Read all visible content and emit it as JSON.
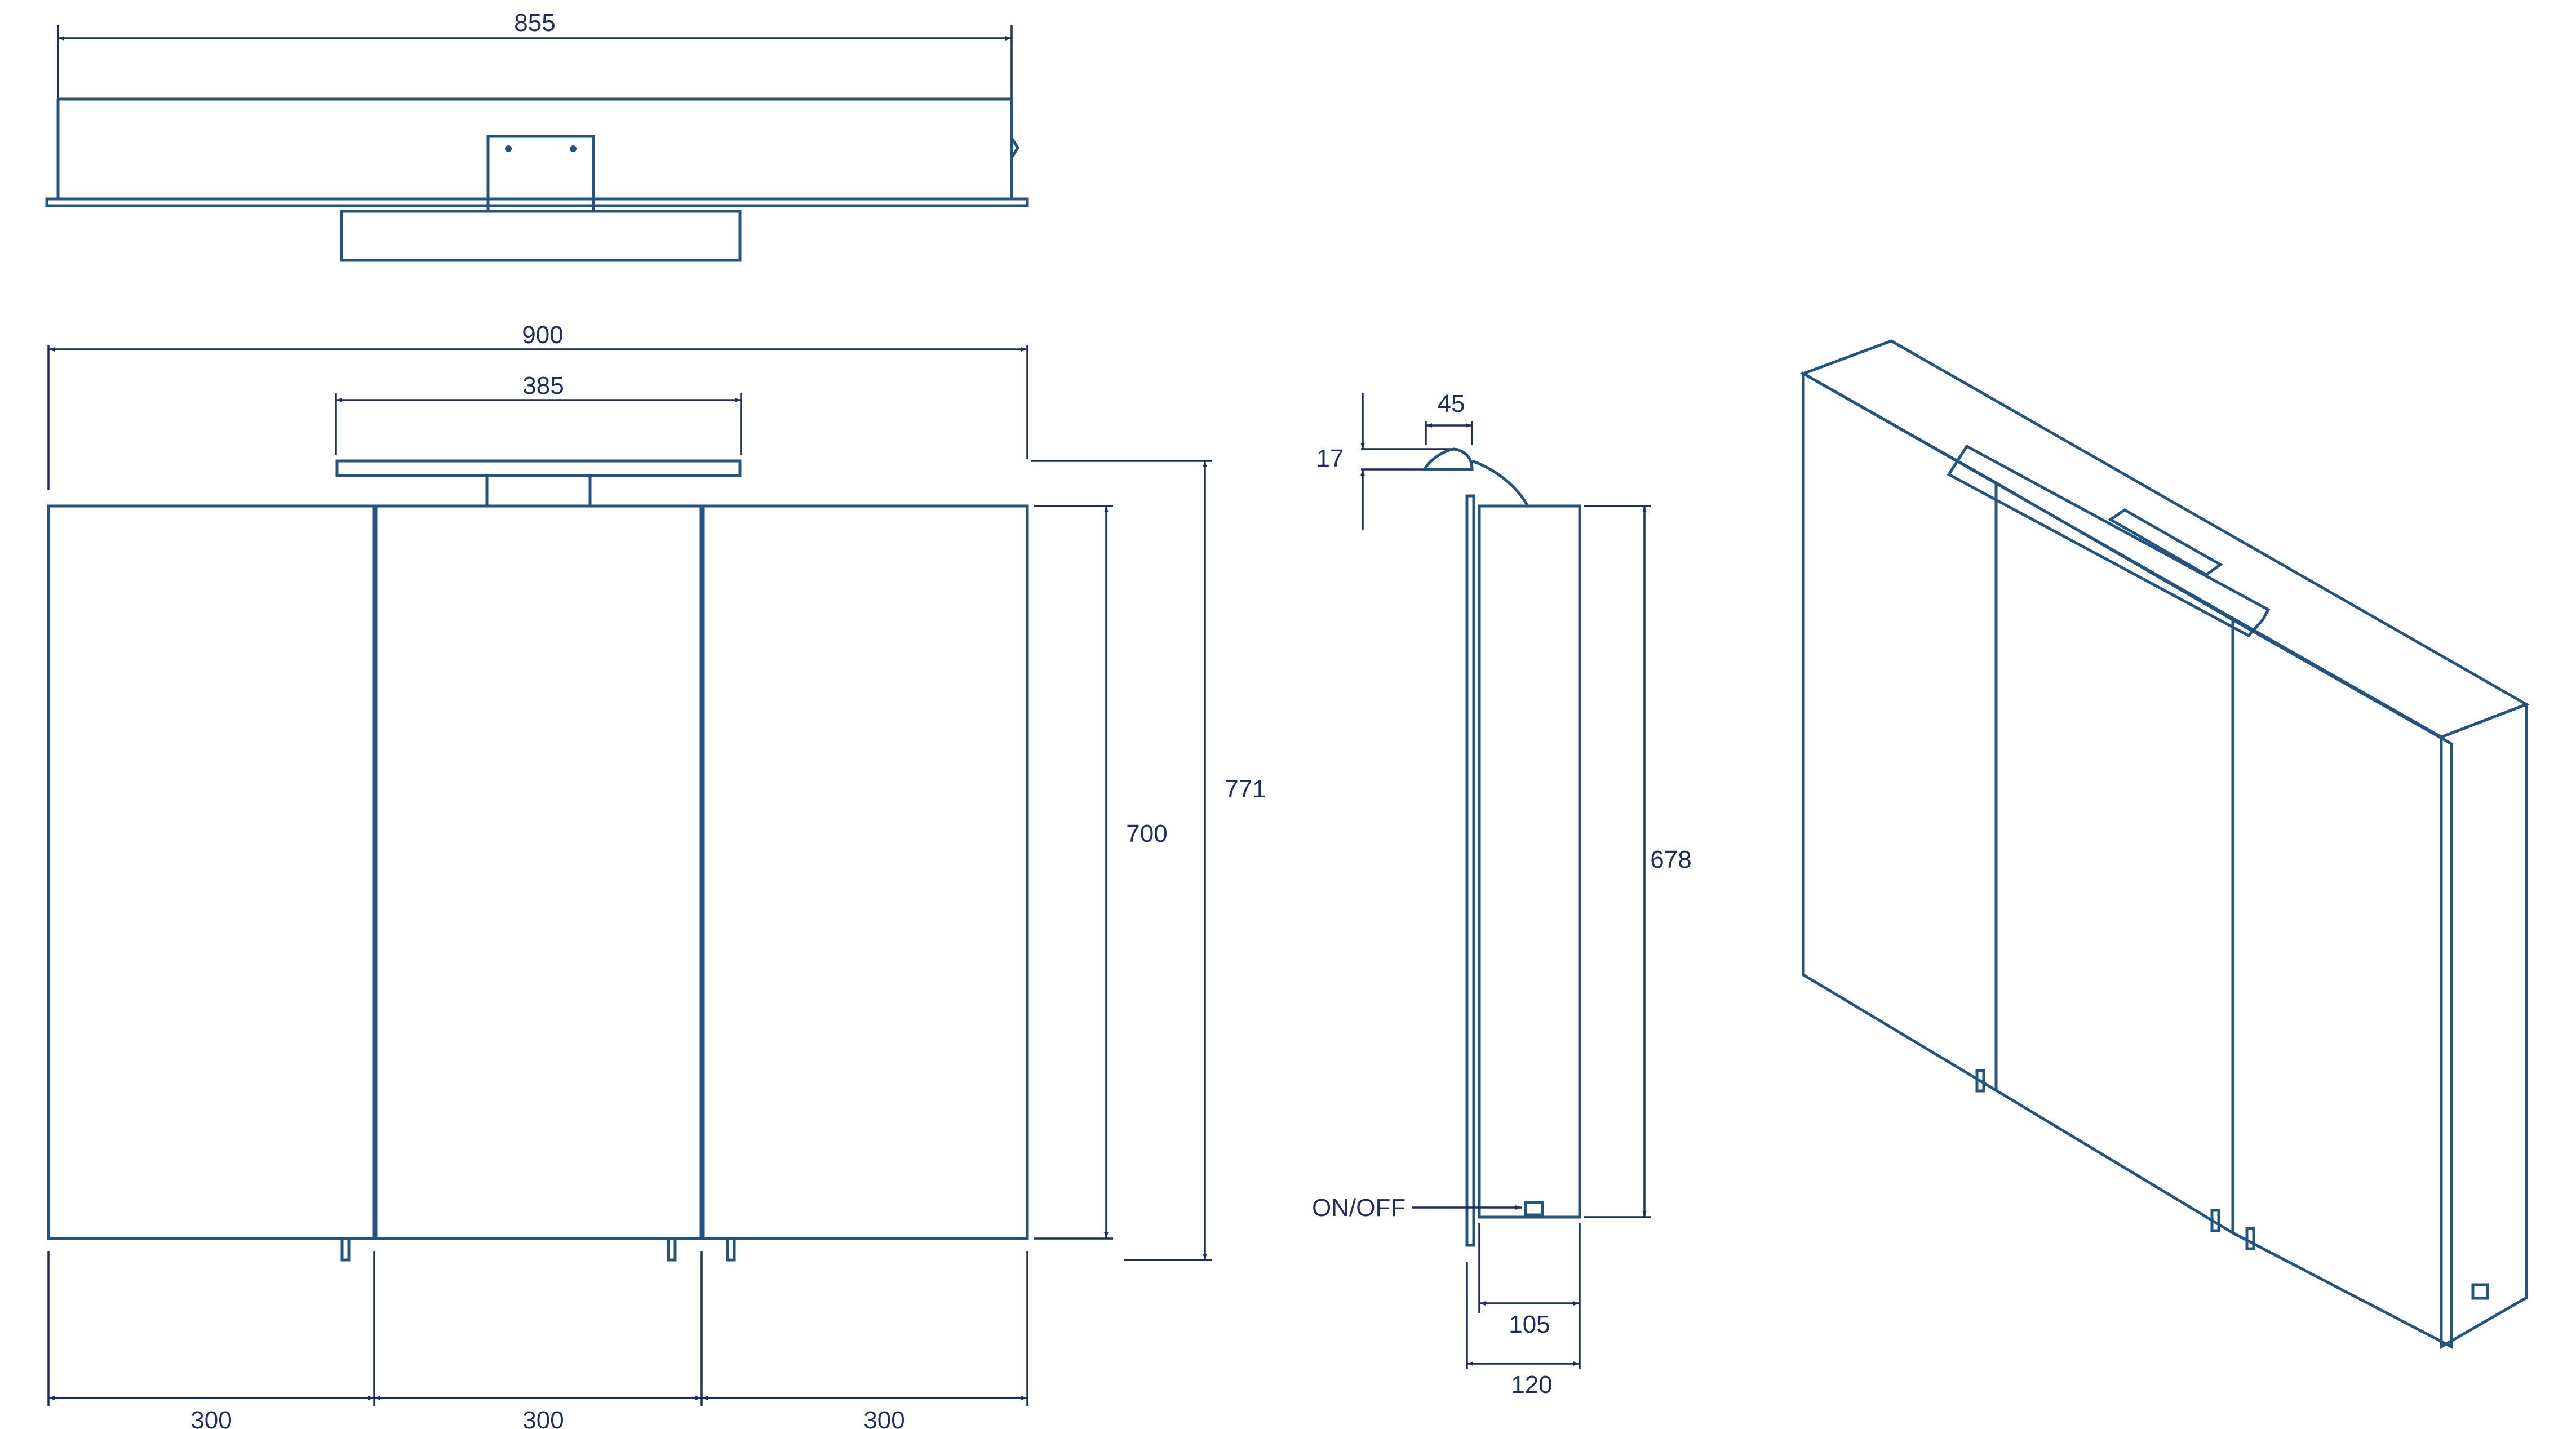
{
  "colors": {
    "outline": "#23547f",
    "dimension": "#1f2d5c",
    "background": "#ffffff"
  },
  "top_view": {
    "width_label": "855"
  },
  "front_view": {
    "overall_width_label": "900",
    "lamp_width_label": "385",
    "cabinet_height_label": "700",
    "total_height_label": "771",
    "door_widths": [
      "300",
      "300",
      "300"
    ]
  },
  "side_view": {
    "lamp_depth_label": "45",
    "lamp_height_label": "17",
    "inner_height_label": "678",
    "switch_label": "ON/OFF",
    "body_depth_label": "105",
    "total_depth_label": "120"
  }
}
